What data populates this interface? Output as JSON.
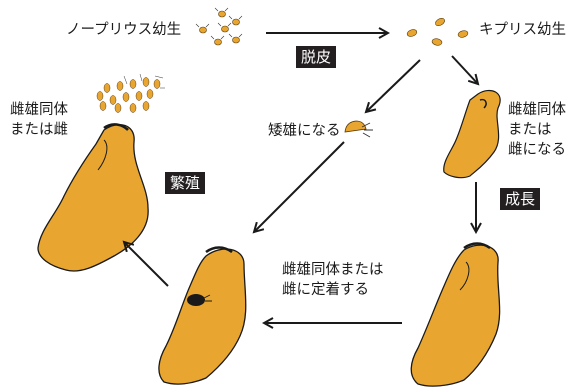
{
  "stages": {
    "nauplius": "ノープリウス幼生",
    "cypris": "キプリス幼生",
    "dwarf_male": "矮雄になる",
    "becomes_herm_or_male": [
      "雌雄同体",
      "または",
      "雌になる"
    ],
    "settles": [
      "雌雄同体または",
      "雌に定着する"
    ],
    "adult_herm_or_female": [
      "雌雄同体",
      "または雌"
    ]
  },
  "processes": {
    "molt": "脱皮",
    "growth": "成長",
    "breeding": "繁殖"
  },
  "colors": {
    "barnacle_fill": "#e8a631",
    "outline": "#1a1a1a",
    "tag_background": "#231f20",
    "tag_text": "#ffffff",
    "background": "#ffffff"
  }
}
